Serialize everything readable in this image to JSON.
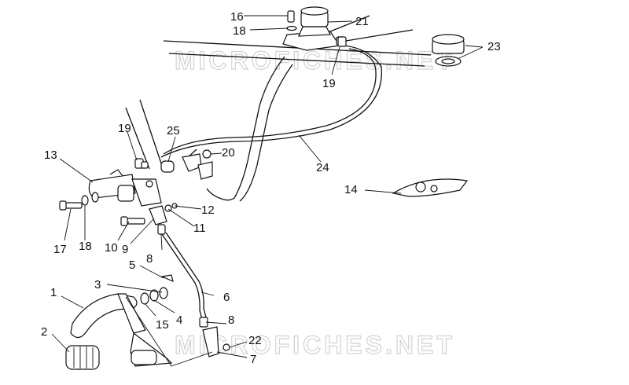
{
  "watermark": "MICROFICHES.NET",
  "labels": {
    "l1": "1",
    "l2": "2",
    "l3": "3",
    "l4": "4",
    "l5": "5",
    "l6": "6",
    "l7": "7",
    "l8a": "8",
    "l8b": "8",
    "l9": "9",
    "l10": "10",
    "l11": "11",
    "l12": "12",
    "l13": "13",
    "l14": "14",
    "l15": "15",
    "l16": "16",
    "l17": "17",
    "l18a": "18",
    "l18b": "18",
    "l19a": "19",
    "l19b": "19",
    "l20": "20",
    "l21": "21",
    "l22": "22",
    "l23": "23",
    "l24": "24",
    "l25": "25"
  }
}
